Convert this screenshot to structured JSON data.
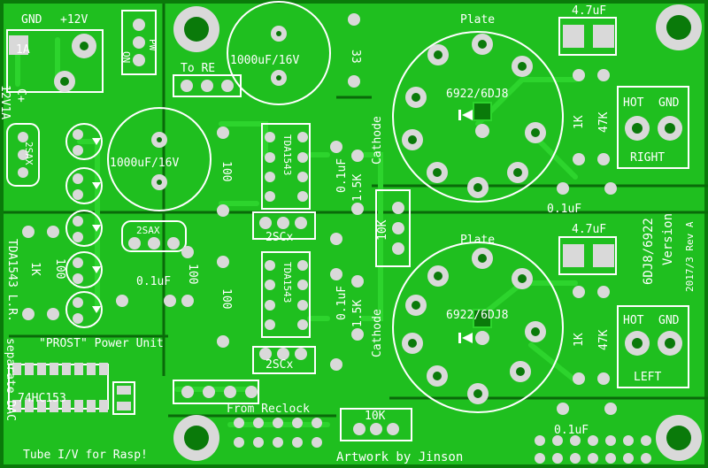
{
  "board": {
    "colors": {
      "board": "#0a7a0a",
      "copper": "#2dd42d",
      "pad": "#d9d9d9",
      "hole": "#0a7a0a",
      "silk": "#ffffff"
    },
    "labels": {
      "gnd": "GND",
      "v12": "+12V",
      "amp": "1A",
      "cplus": "C+",
      "v12a": "12V1A",
      "on": "ON",
      "pw": "PW",
      "to_re": "To RE",
      "cap_top": "1000uF/16V",
      "cap_mid": "1000uF/16V",
      "r33": "33",
      "plate_top": "Plate",
      "plate_bot": "Plate",
      "cap47_top": "4.7uF",
      "cap47_bot": "4.7uF",
      "tube_top": "6922/6DJ8",
      "tube_bot": "6922/6DJ8",
      "cathode_top": "Cathode",
      "cathode_bot": "Cathode",
      "hot_top": "HOT",
      "gnd_top": "GND",
      "right": "RIGHT",
      "hot_bot": "HOT",
      "gnd_bot": "GND",
      "left": "LEFT",
      "r1k_top": "1K",
      "r47k_top": "47K",
      "r1k_bot": "1K",
      "r47k_bot": "47K",
      "c01_top": "0.1uF",
      "c01_bot": "0.1uF",
      "sax_top": "2SAX",
      "sax_bot": "2SAX",
      "tda_top": "TDA1543",
      "tda_bot": "TDA1543",
      "scx_top": "2SCx",
      "scx_bot": "2SCx",
      "r100_a": "100",
      "r100_b": "100",
      "r100_c": "100",
      "c01_a": "0.1uF",
      "c01_b": "0.1uF",
      "c01_c": "0.1uF",
      "r15k_a": "1.5K",
      "r15k_b": "1.5K",
      "pot_a": "10K",
      "pot_b": "10K",
      "version": "6DJ8/6922",
      "version2": "Version",
      "rev": "2017/3 Rev A",
      "tda_lr": "TDA1543 L.R.",
      "r1k_left": "1K",
      "r100_left": "100",
      "prost": "\"PROST\" Power Unit",
      "chip": "74HC153",
      "separate": "separate DAC",
      "reclock": "From Reclock",
      "tube_iv": "Tube I/V for Rasp!",
      "artwork": "Artwork by Jinson"
    }
  }
}
